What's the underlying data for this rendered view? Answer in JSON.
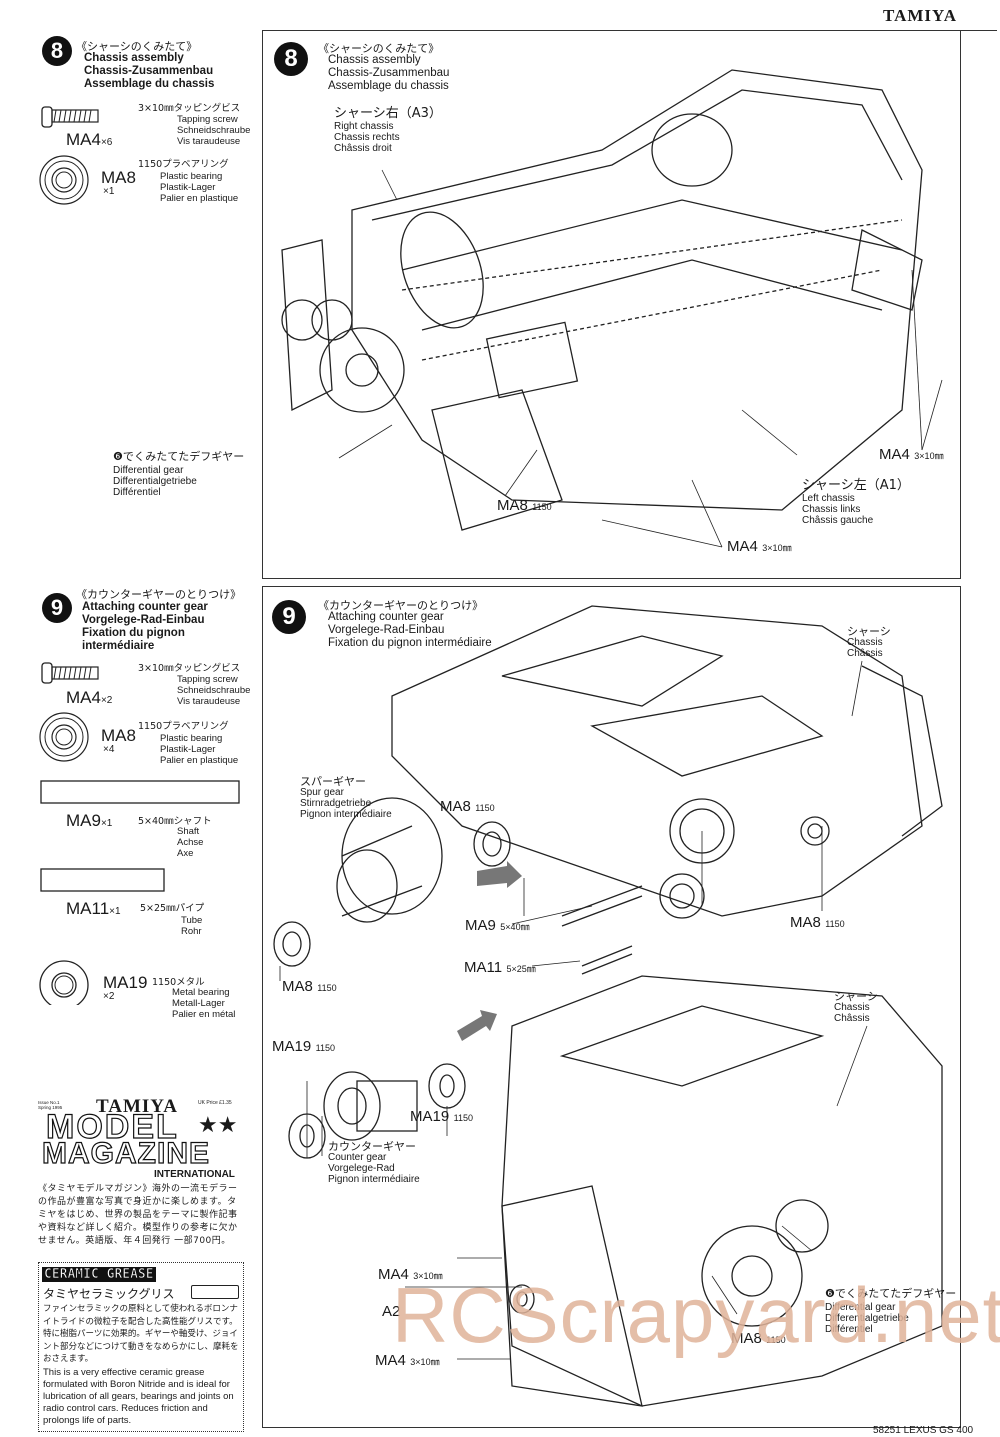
{
  "page": {
    "brand": "TAMIYA",
    "footer": "58251 LEXUS GS 400"
  },
  "watermark": "RCScrapyard.net",
  "steps": [
    {
      "number": "8",
      "title_jp": "《シャーシのくみたて》",
      "title_en": "Chassis assembly",
      "title_de": "Chassis-Zusammenbau",
      "title_fr": "Assemblage du chassis",
      "parts": [
        {
          "code": "MA4",
          "qty": "×6",
          "jp": "3×10㎜タッピングビス",
          "en": "Tapping screw",
          "de": "Schneidschraube",
          "fr": "Vis taraudeuse",
          "icon": "screw-icon"
        },
        {
          "code": "MA8",
          "qty": "×1",
          "jp": "1150プラベアリング",
          "en": "Plastic bearing",
          "de": "Plastik-Lager",
          "fr": "Palier en plastique",
          "icon": "bearing-icon"
        }
      ],
      "diagram_callouts": {
        "right_chassis": {
          "jp": "シャーシ右（A3）",
          "en": "Right chassis",
          "de": "Chassis rechts",
          "fr": "Châssis droit"
        },
        "left_chassis": {
          "jp": "シャーシ左（A1）",
          "en": "Left chassis",
          "de": "Chassis links",
          "fr": "Châssis gauche"
        },
        "diff_gear": {
          "jp": "❻でくみたてたデフギヤー",
          "en": "Differential gear",
          "de": "Differentialgetriebe",
          "fr": "Différentiel"
        },
        "ma8": {
          "code": "MA8",
          "spec": "1150"
        },
        "ma4_right": {
          "code": "MA4",
          "spec": "3×10㎜"
        },
        "ma4_bottom": {
          "code": "MA4",
          "spec": "3×10㎜"
        }
      }
    },
    {
      "number": "9",
      "title_jp": "《カウンターギヤーのとりつけ》",
      "title_en": "Attaching counter gear",
      "title_de": "Vorgelege-Rad-Einbau",
      "title_fr": "Fixation du pignon intermédiaire",
      "title_fr_line1": "Fixation du pignon",
      "title_fr_line2": "intermédiaire",
      "parts": [
        {
          "code": "MA4",
          "qty": "×2",
          "jp": "3×10㎜タッピングビス",
          "en": "Tapping screw",
          "de": "Schneidschraube",
          "fr": "Vis taraudeuse",
          "icon": "screw-icon"
        },
        {
          "code": "MA8",
          "qty": "×4",
          "jp": "1150プラベアリング",
          "en": "Plastic bearing",
          "de": "Plastik-Lager",
          "fr": "Palier en plastique",
          "icon": "bearing-icon"
        },
        {
          "code": "MA9",
          "qty": "×1",
          "jp": "5×40㎜シャフト",
          "en": "Shaft",
          "de": "Achse",
          "fr": "Axe",
          "icon": "shaft-icon"
        },
        {
          "code": "MA11",
          "qty": "×1",
          "jp": "5×25㎜パイプ",
          "en": "Tube",
          "de": "Rohr",
          "fr": "",
          "icon": "tube-icon"
        },
        {
          "code": "MA19",
          "qty": "×2",
          "jp": "1150メタル",
          "en": "Metal bearing",
          "de": "Metall-Lager",
          "fr": "Palier en métal",
          "icon": "metal-bearing-icon"
        }
      ],
      "diagram_callouts": {
        "chassis_top": {
          "jp": "シャーシ",
          "en": "Chassis",
          "fr": "Châssis"
        },
        "chassis_bottom": {
          "jp": "シャーシ",
          "en": "Chassis",
          "fr": "Châssis"
        },
        "spur_gear": {
          "jp": "スパーギヤー",
          "en": "Spur gear",
          "de": "Stirnradgetriebe",
          "fr": "Pignon intermédiaire"
        },
        "counter_gear": {
          "jp": "カウンターギヤー",
          "en": "Counter gear",
          "de": "Vorgelege-Rad",
          "fr": "Pignon intermédiaire"
        },
        "diff_gear": {
          "jp": "❻でくみたてたデフギヤー",
          "en": "Differential gear",
          "de": "Differentialgetriebe",
          "fr": "Différentiel"
        },
        "ma8_top": {
          "code": "MA8",
          "spec": "1150"
        },
        "ma8_left": {
          "code": "MA8",
          "spec": "1150"
        },
        "ma8_right": {
          "code": "MA8",
          "spec": "1150"
        },
        "ma8_bottom": {
          "code": "MA8",
          "spec": "1150"
        },
        "ma9": {
          "code": "MA9",
          "spec": "5×40㎜"
        },
        "ma11": {
          "code": "MA11",
          "spec": "5×25㎜"
        },
        "ma19_left": {
          "code": "MA19",
          "spec": "1150"
        },
        "ma19_right": {
          "code": "MA19",
          "spec": "1150"
        },
        "ma4_top": {
          "code": "MA4",
          "spec": "3×10㎜"
        },
        "ma4_bottom": {
          "code": "MA4",
          "spec": "3×10㎜"
        },
        "a2": "A2"
      }
    }
  ],
  "ads": {
    "magazine": {
      "issue": "Issue No.1 Spring 1995",
      "price": "UK Price £1.35",
      "brand": "TAMIYA",
      "line1": "MODEL",
      "line2": "MAGAZINE",
      "line3": "INTERNATIONAL",
      "body_jp": "《タミヤモデルマガジン》海外の一流モデラーの作品が豊富な写真で身近かに楽しめます。タミヤをはじめ、世界の製品をテーマに製作記事や資料など詳しく紹介。模型作りの参考に欠かせません。英語版、年４回発行 一部700円。"
    },
    "grease": {
      "title": "CERAMIC GREASE",
      "title_jp": "タミヤセラミックグリス",
      "body_jp": "ファインセラミックの原料として使われるボロンナイトライドの微粒子を配合した高性能グリスです。特に樹脂パーツに効果的。ギヤーや軸受け、ジョイント部分などにつけて動きをなめらかにし、摩耗をおさえます。",
      "body_en": "This is a very effective ceramic grease formulated with Boron Nitride and is ideal for lubrication of all gears, bearings and joints on radio control cars. Reduces friction and prolongs life of parts."
    }
  }
}
